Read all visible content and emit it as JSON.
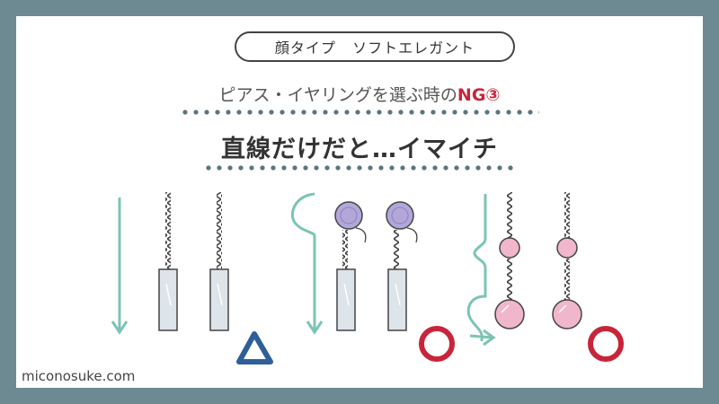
{
  "badge": {
    "left": "顔タイプ",
    "right": "ソフトエレガント"
  },
  "subtitle": {
    "text": "ピアス・イヤリングを選ぶ時の",
    "accent": "NG③"
  },
  "heading": "直線だけだと…イマイチ",
  "footer": "miconosuke.com",
  "colors": {
    "background_frame": "#6d8a93",
    "line_arrow": "#7bc4b5",
    "triangle": "#2f5f9a",
    "circle_mark": "#c8253a",
    "purple_stud": "#b2a7d8",
    "pink_bead": "#f0b6cc",
    "bar": "#dde4ea"
  },
  "illustrations": [
    {
      "group": "straight-bar",
      "guide": "straight-arrow",
      "rating": "triangle"
    },
    {
      "group": "round-stud-bar",
      "guide": "curve-then-straight-arrow",
      "rating": "circle"
    },
    {
      "group": "pink-beads",
      "guide": "wavy-arrow",
      "rating": "circle"
    }
  ]
}
